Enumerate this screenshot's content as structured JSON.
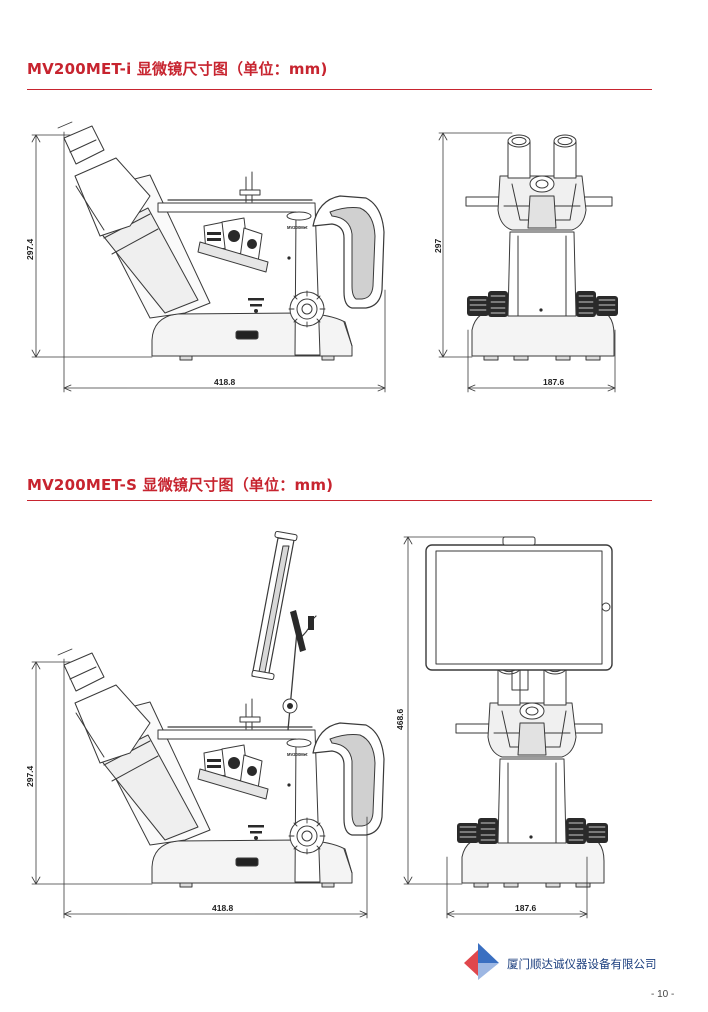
{
  "sections": [
    {
      "title": "MV200MET-i 显微镜尺寸图（单位：mm)",
      "side_view": {
        "height_label": "297.4",
        "width_label": "418.8",
        "brand_label": "MV200Met"
      },
      "front_view": {
        "height_label": "297",
        "width_label": "187.6"
      }
    },
    {
      "title": "MV200MET-S 显微镜尺寸图（单位：mm)",
      "side_view": {
        "height_label": "297.4",
        "width_label": "418.8",
        "brand_label": "MV200Met"
      },
      "front_view": {
        "height_label": "468.6",
        "width_label": "187.6"
      }
    }
  ],
  "footer": {
    "company": "厦门顺达诚仪器设备有限公司",
    "page_number": "- 10 -",
    "logo_colors": {
      "top": "#3a6fc1",
      "left": "#e0474c",
      "right": "#9db7e3"
    }
  }
}
